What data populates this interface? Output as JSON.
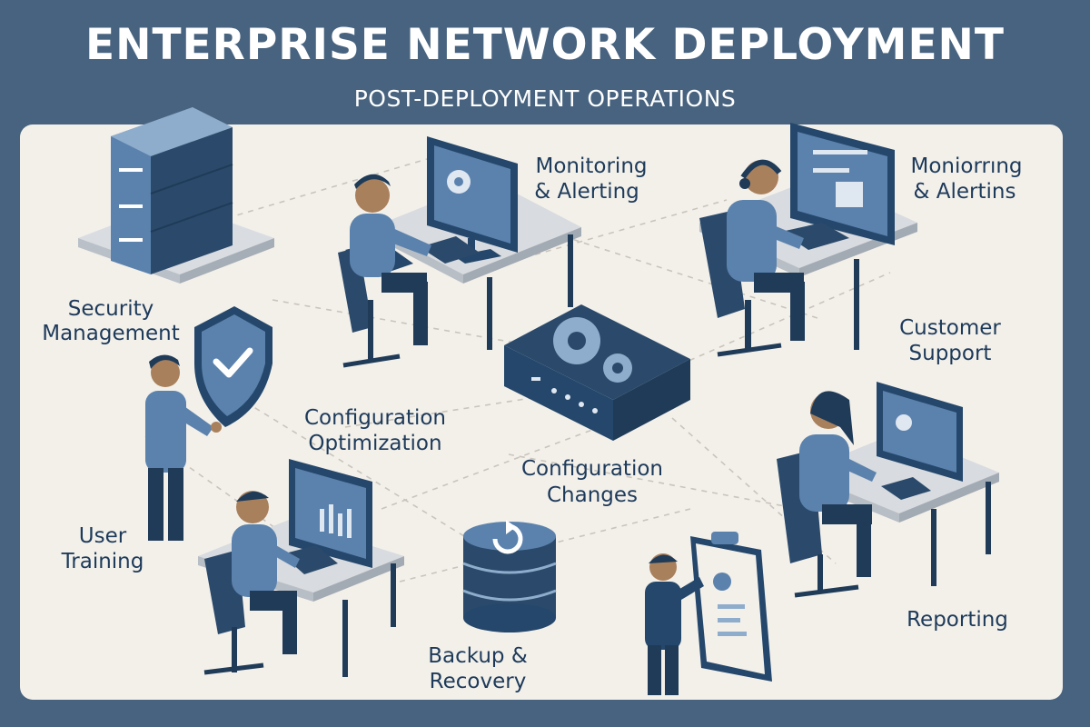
{
  "header": {
    "title": "ENTERPRISE NETWORK DEPLOYMENT",
    "subtitle": "POST-DEPLOYMENT OPERATIONS"
  },
  "labels": {
    "monitoring_1": [
      "Monitoring",
      "& Alerting"
    ],
    "monitoring_2": [
      "Moniorrıng",
      "& Alertins"
    ],
    "security": [
      "Security",
      "Management"
    ],
    "customer_support": [
      "Customer",
      "Support"
    ],
    "config_optimization": [
      "Configuration",
      "Optimization"
    ],
    "config_changes": [
      "Configuration",
      "Changes"
    ],
    "user_training": [
      "User",
      "Training"
    ],
    "backup": [
      "Backup &",
      "Recovery"
    ],
    "reporting": [
      "Reporting"
    ]
  },
  "colors": {
    "background": "#48637f",
    "panel": "#f3f0ea",
    "navy": "#2b4a6b",
    "blue": "#5b82ad",
    "light_blue": "#8eadcc",
    "label_text": "#1d3a5a"
  },
  "icons": [
    "server-rack-icon",
    "shield-check-icon",
    "network-appliance-icon",
    "database-backup-icon",
    "clipboard-report-icon"
  ]
}
